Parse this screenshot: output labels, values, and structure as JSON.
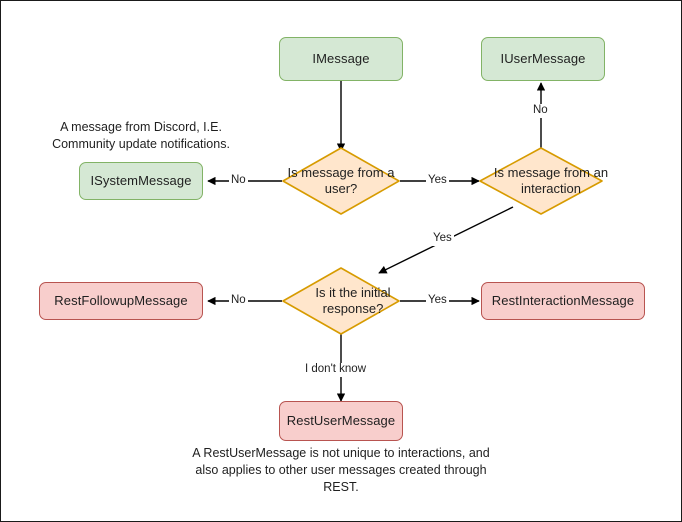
{
  "diagram": {
    "title": "Discord message type decision flowchart",
    "colors": {
      "green_fill": "#d5e8d4",
      "green_stroke": "#82b366",
      "red_fill": "#f8cecc",
      "red_stroke": "#b85450",
      "orange_fill": "#ffe6cc",
      "orange_stroke": "#d79b00",
      "edge_stroke": "#000000",
      "canvas_border": "#1a1a1a"
    },
    "nodes": {
      "imessage": {
        "label": "IMessage",
        "shape": "rounded-rect",
        "color": "green"
      },
      "iusermessage": {
        "label": "IUserMessage",
        "shape": "rounded-rect",
        "color": "green"
      },
      "isystemmessage": {
        "label": "ISystemMessage",
        "shape": "rounded-rect",
        "color": "green"
      },
      "is_message_from_user": {
        "label": "Is message from a user?",
        "shape": "diamond",
        "color": "orange"
      },
      "is_message_from_interaction": {
        "label": "Is message from an interaction",
        "shape": "diamond",
        "color": "orange"
      },
      "is_initial_response": {
        "label": "Is it the initial response?",
        "shape": "diamond",
        "color": "orange"
      },
      "restfollowupmessage": {
        "label": "RestFollowupMessage",
        "shape": "rounded-rect",
        "color": "red"
      },
      "restinteractionmessage": {
        "label": "RestInteractionMessage",
        "shape": "rounded-rect",
        "color": "red"
      },
      "restusermessage": {
        "label": "RestUserMessage",
        "shape": "rounded-rect",
        "color": "red"
      }
    },
    "edges": [
      {
        "from": "imessage",
        "to": "is_message_from_user",
        "label": ""
      },
      {
        "from": "is_message_from_user",
        "to": "isystemmessage",
        "label": "No"
      },
      {
        "from": "is_message_from_user",
        "to": "is_message_from_interaction",
        "label": "Yes"
      },
      {
        "from": "is_message_from_interaction",
        "to": "iusermessage",
        "label": "No"
      },
      {
        "from": "is_message_from_interaction",
        "to": "is_initial_response",
        "label": "Yes"
      },
      {
        "from": "is_initial_response",
        "to": "restfollowupmessage",
        "label": "No"
      },
      {
        "from": "is_initial_response",
        "to": "restinteractionmessage",
        "label": "Yes"
      },
      {
        "from": "is_initial_response",
        "to": "restusermessage",
        "label": "I don't know"
      }
    ],
    "notes": {
      "system_message_note": "A message from Discord, I.E. Community update notifications.",
      "rest_user_message_note": "A RestUserMessage is not unique to interactions, and also applies to other user messages created through REST."
    }
  }
}
